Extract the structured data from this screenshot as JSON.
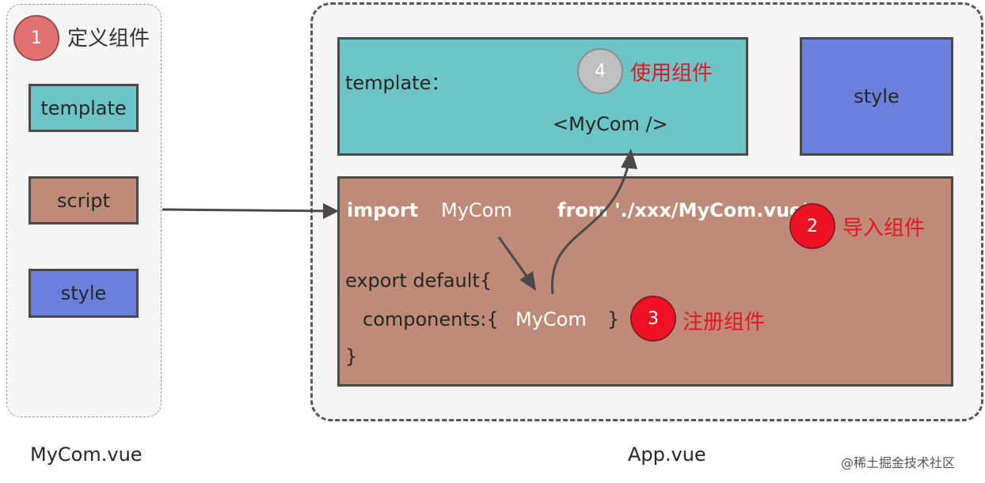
{
  "left_file": {
    "step_number": "1",
    "step_label": "定义组件",
    "blocks": [
      "template",
      "script",
      "style"
    ],
    "filename": "MyCom.vue"
  },
  "right_file": {
    "template_label": "template：",
    "template_usage": "<MyCom />",
    "style_label": "style",
    "script": {
      "import_keyword": "import",
      "import_name": "MyCom",
      "import_from": "from './xxx/MyCom.vue'",
      "export_line": "export default{",
      "components_line": "components:{",
      "components_name": "MyCom",
      "components_close": "}",
      "closing_brace": "}"
    },
    "filename": "App.vue"
  },
  "steps": [
    {
      "number": "2",
      "label": "导入组件"
    },
    {
      "number": "3",
      "label": "注册组件"
    },
    {
      "number": "4",
      "label": "使用组件"
    }
  ],
  "colors": {
    "template": "#6cc4c4",
    "script": "#c08a78",
    "style": "#6d7fdc",
    "step_red": "#ee1224",
    "step_pink": "#e37373",
    "step_gray": "#bfbfbf",
    "red_text": "#e81423"
  },
  "watermark": "@稀土掘金技术社区"
}
